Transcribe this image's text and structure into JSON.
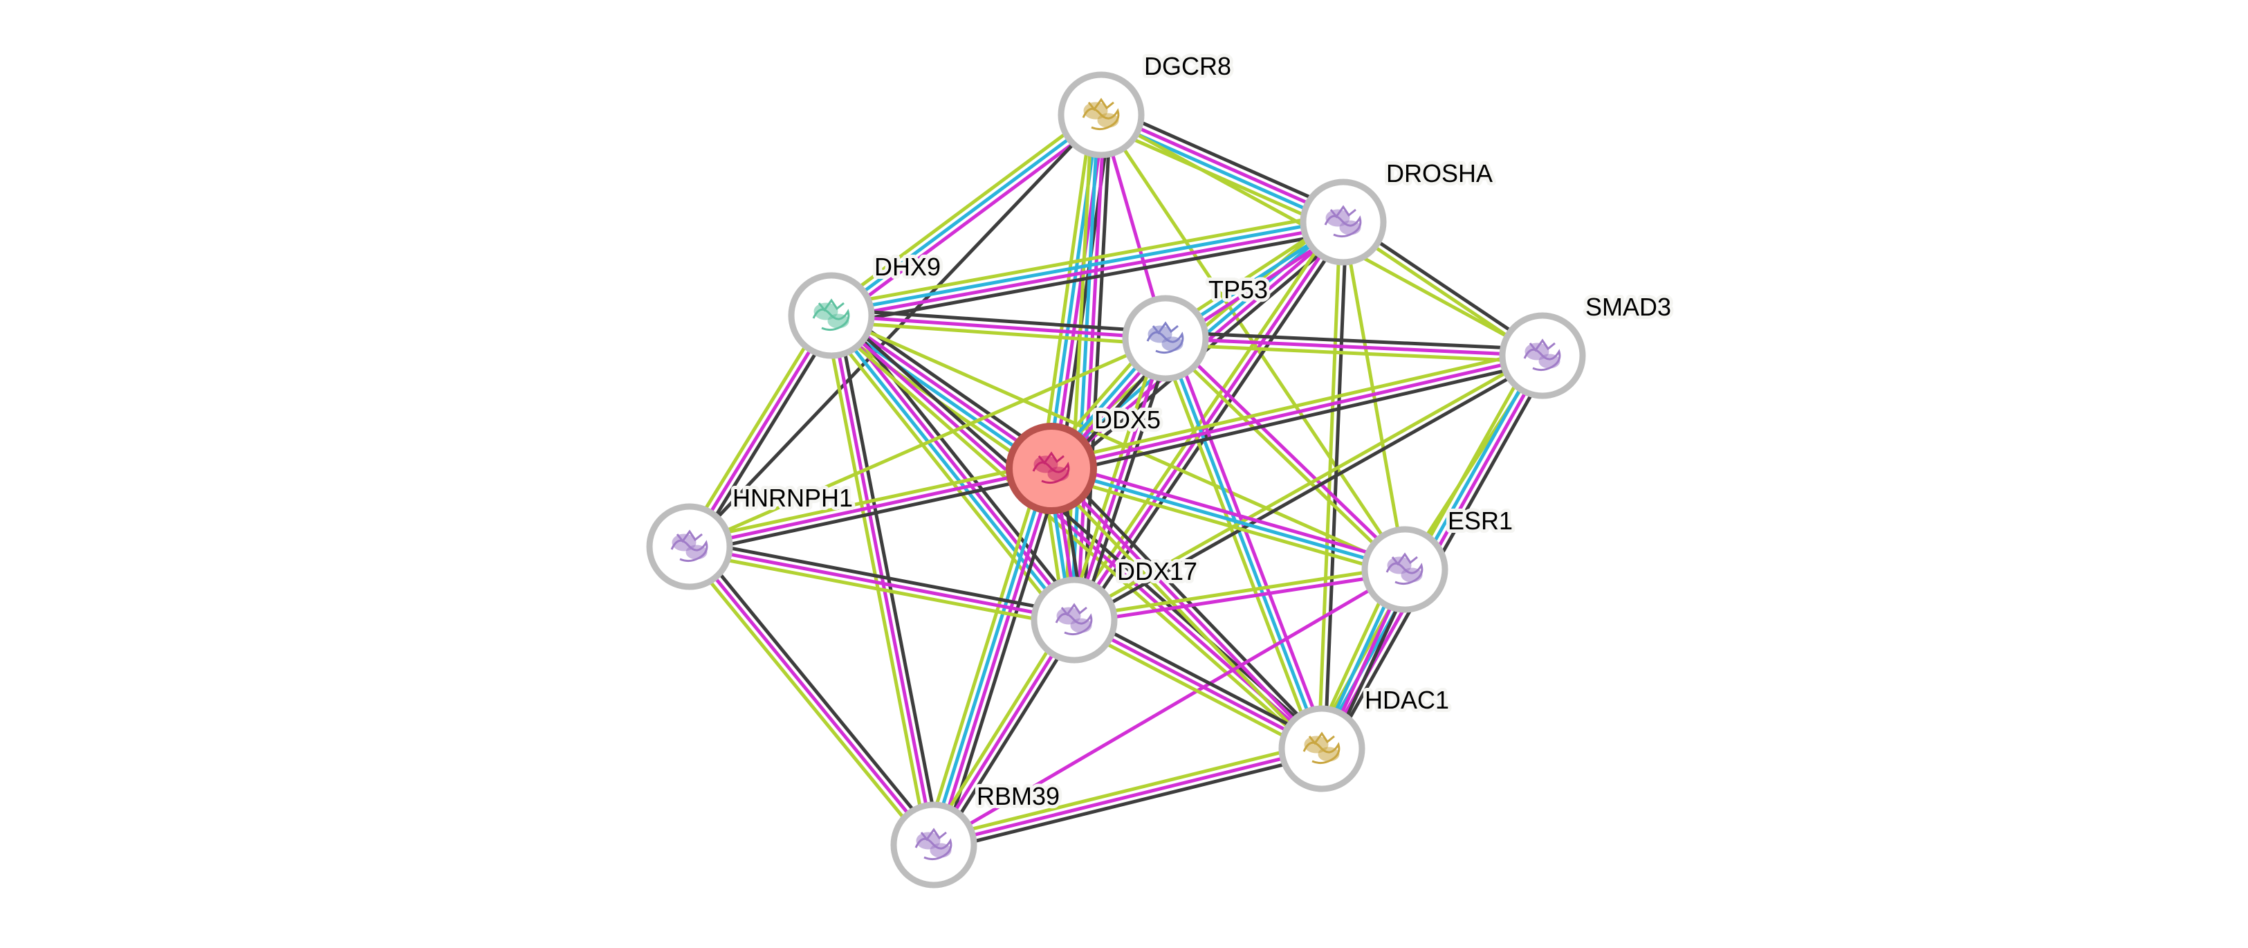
{
  "title": "STRING protein interaction network",
  "query_node": "DDX5",
  "colors": {
    "coexpression": "#3d3d3d",
    "experiments": "#d22fd6",
    "databases": "#2bb4dc",
    "textmining": "#b2d232",
    "query_fill": "#fd9a94",
    "query_ring": "#b9524d",
    "node_ring": "#bdbdbd"
  },
  "nodes": [
    {
      "id": "DGCR8",
      "label": "DGCR8",
      "structure_color": "#c9a640"
    },
    {
      "id": "DROSHA",
      "label": "DROSHA",
      "structure_color": "#a07cc8"
    },
    {
      "id": "DHX9",
      "label": "DHX9",
      "structure_color": "#5fc2a0"
    },
    {
      "id": "TP53",
      "label": "TP53",
      "structure_color": "#8080c8"
    },
    {
      "id": "SMAD3",
      "label": "SMAD3",
      "structure_color": "#a07cc8"
    },
    {
      "id": "DDX5",
      "label": "DDX5",
      "structure_color": "#c8286e"
    },
    {
      "id": "HNRNPH1",
      "label": "HNRNPH1",
      "structure_color": "#a07cc8"
    },
    {
      "id": "ESR1",
      "label": "ESR1",
      "structure_color": "#a07cc8"
    },
    {
      "id": "DDX17",
      "label": "DDX17",
      "structure_color": "#a07cc8"
    },
    {
      "id": "HDAC1",
      "label": "HDAC1",
      "structure_color": "#c9a640"
    },
    {
      "id": "RBM39",
      "label": "RBM39",
      "structure_color": "#a07cc8"
    }
  ],
  "edges": [
    {
      "a": "DGCR8",
      "b": "DROSHA",
      "ev": [
        "coexpression",
        "experiments",
        "databases",
        "textmining"
      ]
    },
    {
      "a": "DGCR8",
      "b": "DHX9",
      "ev": [
        "experiments",
        "databases",
        "textmining"
      ]
    },
    {
      "a": "DGCR8",
      "b": "DDX5",
      "ev": [
        "coexpression",
        "experiments",
        "databases",
        "textmining"
      ]
    },
    {
      "a": "DGCR8",
      "b": "DDX17",
      "ev": [
        "coexpression",
        "experiments",
        "databases",
        "textmining"
      ]
    },
    {
      "a": "DGCR8",
      "b": "TP53",
      "ev": [
        "experiments"
      ]
    },
    {
      "a": "DGCR8",
      "b": "SMAD3",
      "ev": [
        "textmining"
      ]
    },
    {
      "a": "DGCR8",
      "b": "HNRNPH1",
      "ev": [
        "coexpression"
      ]
    },
    {
      "a": "DGCR8",
      "b": "ESR1",
      "ev": [
        "textmining"
      ]
    },
    {
      "a": "DROSHA",
      "b": "DHX9",
      "ev": [
        "coexpression",
        "experiments",
        "databases",
        "textmining"
      ]
    },
    {
      "a": "DROSHA",
      "b": "DDX5",
      "ev": [
        "coexpression",
        "experiments",
        "databases",
        "textmining"
      ]
    },
    {
      "a": "DROSHA",
      "b": "DDX17",
      "ev": [
        "coexpression",
        "experiments",
        "textmining"
      ]
    },
    {
      "a": "DROSHA",
      "b": "TP53",
      "ev": [
        "experiments",
        "databases",
        "textmining"
      ]
    },
    {
      "a": "DROSHA",
      "b": "SMAD3",
      "ev": [
        "coexpression",
        "textmining"
      ]
    },
    {
      "a": "DROSHA",
      "b": "ESR1",
      "ev": [
        "textmining"
      ]
    },
    {
      "a": "DROSHA",
      "b": "HDAC1",
      "ev": [
        "coexpression",
        "textmining"
      ]
    },
    {
      "a": "DHX9",
      "b": "TP53",
      "ev": [
        "coexpression",
        "experiments",
        "textmining"
      ]
    },
    {
      "a": "DHX9",
      "b": "DDX5",
      "ev": [
        "coexpression",
        "experiments",
        "databases",
        "textmining"
      ]
    },
    {
      "a": "DHX9",
      "b": "DDX17",
      "ev": [
        "coexpression",
        "experiments",
        "databases",
        "textmining"
      ]
    },
    {
      "a": "DHX9",
      "b": "HNRNPH1",
      "ev": [
        "coexpression",
        "experiments",
        "textmining"
      ]
    },
    {
      "a": "DHX9",
      "b": "RBM39",
      "ev": [
        "coexpression",
        "experiments",
        "textmining"
      ]
    },
    {
      "a": "DHX9",
      "b": "HDAC1",
      "ev": [
        "coexpression",
        "experiments",
        "textmining"
      ]
    },
    {
      "a": "DHX9",
      "b": "ESR1",
      "ev": [
        "textmining"
      ]
    },
    {
      "a": "TP53",
      "b": "SMAD3",
      "ev": [
        "coexpression",
        "experiments",
        "textmining"
      ]
    },
    {
      "a": "TP53",
      "b": "DDX5",
      "ev": [
        "coexpression",
        "experiments",
        "databases",
        "textmining"
      ]
    },
    {
      "a": "TP53",
      "b": "DDX17",
      "ev": [
        "coexpression",
        "experiments",
        "textmining"
      ]
    },
    {
      "a": "TP53",
      "b": "ESR1",
      "ev": [
        "experiments",
        "textmining"
      ]
    },
    {
      "a": "TP53",
      "b": "HDAC1",
      "ev": [
        "experiments",
        "databases",
        "textmining"
      ]
    },
    {
      "a": "TP53",
      "b": "HNRNPH1",
      "ev": [
        "textmining"
      ]
    },
    {
      "a": "SMAD3",
      "b": "DDX5",
      "ev": [
        "coexpression",
        "experiments",
        "textmining"
      ]
    },
    {
      "a": "SMAD3",
      "b": "ESR1",
      "ev": [
        "textmining"
      ]
    },
    {
      "a": "SMAD3",
      "b": "HDAC1",
      "ev": [
        "coexpression",
        "experiments",
        "databases",
        "textmining"
      ]
    },
    {
      "a": "SMAD3",
      "b": "DDX17",
      "ev": [
        "coexpression",
        "textmining"
      ]
    },
    {
      "a": "DDX5",
      "b": "HNRNPH1",
      "ev": [
        "coexpression",
        "experiments",
        "textmining"
      ]
    },
    {
      "a": "DDX5",
      "b": "DDX17",
      "ev": [
        "coexpression",
        "experiments",
        "databases",
        "textmining"
      ]
    },
    {
      "a": "DDX5",
      "b": "ESR1",
      "ev": [
        "experiments",
        "databases",
        "textmining"
      ]
    },
    {
      "a": "DDX5",
      "b": "HDAC1",
      "ev": [
        "coexpression",
        "experiments",
        "textmining"
      ]
    },
    {
      "a": "DDX5",
      "b": "RBM39",
      "ev": [
        "coexpression",
        "experiments",
        "databases",
        "textmining"
      ]
    },
    {
      "a": "HNRNPH1",
      "b": "DDX17",
      "ev": [
        "coexpression",
        "experiments",
        "textmining"
      ]
    },
    {
      "a": "HNRNPH1",
      "b": "RBM39",
      "ev": [
        "coexpression",
        "experiments",
        "textmining"
      ]
    },
    {
      "a": "ESR1",
      "b": "DDX17",
      "ev": [
        "experiments",
        "textmining"
      ]
    },
    {
      "a": "ESR1",
      "b": "HDAC1",
      "ev": [
        "coexpression",
        "experiments",
        "databases",
        "textmining"
      ]
    },
    {
      "a": "ESR1",
      "b": "RBM39",
      "ev": [
        "experiments"
      ]
    },
    {
      "a": "DDX17",
      "b": "HDAC1",
      "ev": [
        "coexpression",
        "experiments",
        "textmining"
      ]
    },
    {
      "a": "DDX17",
      "b": "RBM39",
      "ev": [
        "coexpression",
        "experiments",
        "textmining"
      ]
    },
    {
      "a": "HDAC1",
      "b": "RBM39",
      "ev": [
        "coexpression",
        "experiments",
        "textmining"
      ]
    }
  ]
}
